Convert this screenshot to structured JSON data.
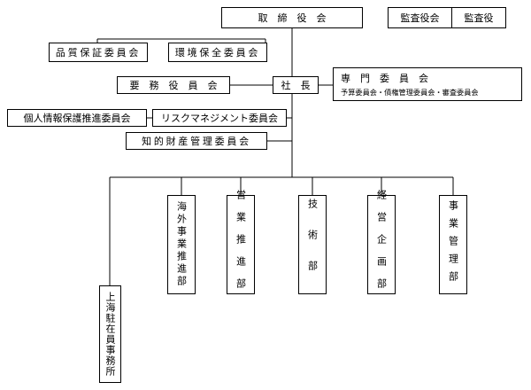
{
  "board": "取　締　役　会",
  "auditors": {
    "board": "監査役会",
    "auditor": "監査役"
  },
  "committees_top": {
    "quality": "品質保証委員会",
    "environment": "環境保全委員会"
  },
  "executive": "要　務　役　員　会",
  "president": "社　長",
  "specialist": {
    "title": "専　門　委　員　会",
    "detail": "予算委員会・債権管理委員会・審査委員会"
  },
  "privacy": "個人情報保護推進委員会",
  "risk": "リスクマネジメント委員会",
  "ip": "知的財産管理委員会",
  "departments": [
    {
      "key": "shanghai",
      "label": "上海駐在員事務所"
    },
    {
      "key": "overseas",
      "label": "海外事業推進部"
    },
    {
      "key": "sales",
      "label": "営業推進部"
    },
    {
      "key": "tech",
      "label": "技術部"
    },
    {
      "key": "planning",
      "label": "経営企画部"
    },
    {
      "key": "admin",
      "label": "事業管理部"
    }
  ]
}
